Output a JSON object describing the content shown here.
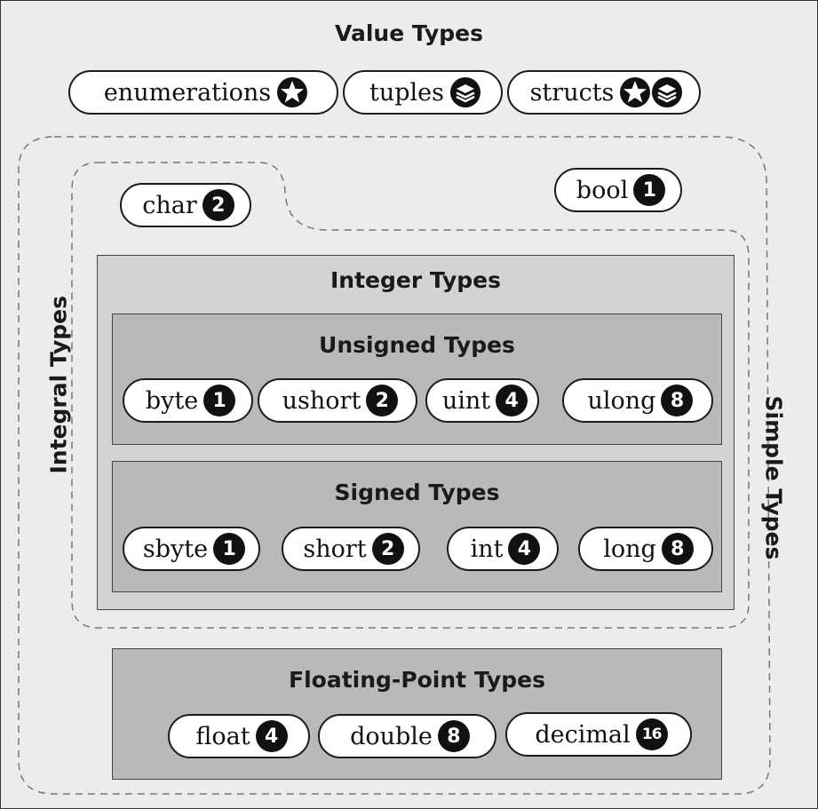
{
  "value_types": {
    "title": "Value Types",
    "enumerations": {
      "label": "enumerations",
      "icons": [
        "star-icon"
      ]
    },
    "tuples": {
      "label": "tuples",
      "icons": [
        "layers-icon"
      ]
    },
    "structs": {
      "label": "structs",
      "icons": [
        "star-icon",
        "layers-icon"
      ]
    }
  },
  "simple_types": {
    "title": "Simple Types",
    "bool": {
      "label": "bool",
      "size": "1"
    }
  },
  "integral_types": {
    "title": "Integral Types",
    "char": {
      "label": "char",
      "size": "2"
    }
  },
  "integer_types": {
    "title": "Integer Types",
    "unsigned": {
      "title": "Unsigned Types",
      "items": [
        {
          "label": "byte",
          "size": "1"
        },
        {
          "label": "ushort",
          "size": "2"
        },
        {
          "label": "uint",
          "size": "4"
        },
        {
          "label": "ulong",
          "size": "8"
        }
      ]
    },
    "signed": {
      "title": "Signed Types",
      "items": [
        {
          "label": "sbyte",
          "size": "1"
        },
        {
          "label": "short",
          "size": "2"
        },
        {
          "label": "int",
          "size": "4"
        },
        {
          "label": "long",
          "size": "8"
        }
      ]
    }
  },
  "floating_point_types": {
    "title": "Floating-Point Types",
    "items": [
      {
        "label": "float",
        "size": "4"
      },
      {
        "label": "double",
        "size": "8"
      },
      {
        "label": "decimal",
        "size": "16"
      }
    ]
  },
  "colors": {
    "background": "#ececec",
    "integer_box": "#d3d3d3",
    "inner_box": "#b9b9b9",
    "pill": "#ffffff",
    "badge": "#111111",
    "dashed_border": "#777777"
  }
}
